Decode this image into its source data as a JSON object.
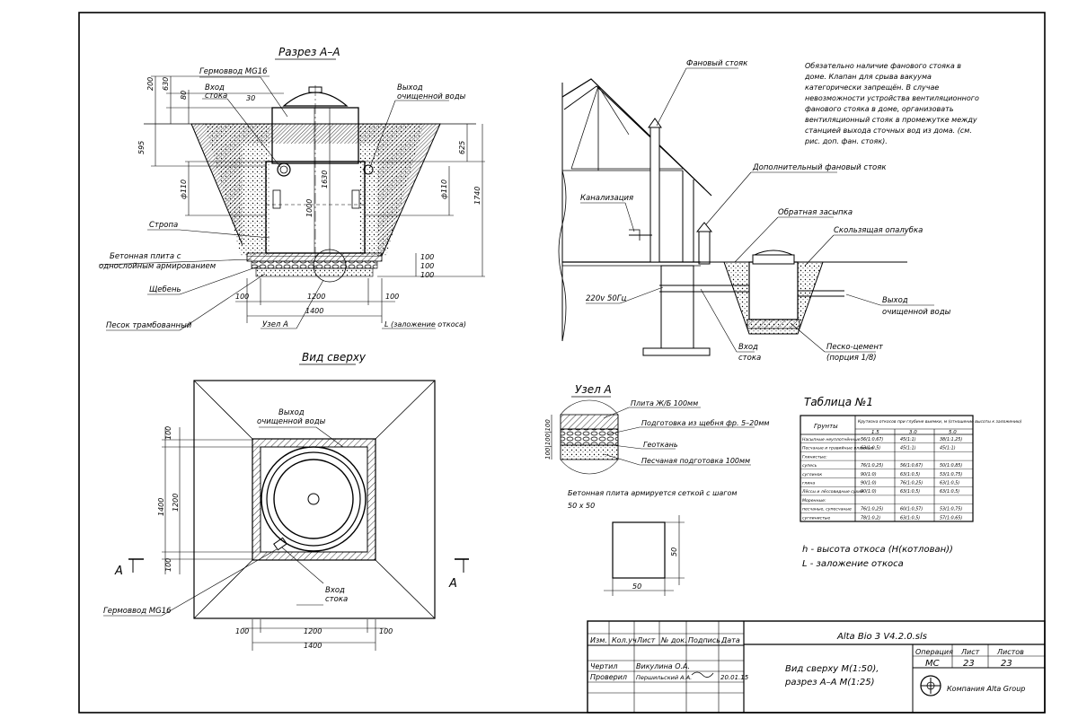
{
  "titles": {
    "section_aa": "Разрез А–А",
    "top_view": "Вид сверху",
    "node_a": "Узел А",
    "table_title": "Таблица №1"
  },
  "section_labels": {
    "germovvod": "Гермоввод MG16",
    "vhod1": "Вход",
    "vhod2": "стока",
    "vyhod1": "Выход",
    "vyhod2": "очищенной воды",
    "stropa": "Стропа",
    "plita1": "Бетонная плита с",
    "plita2": "однослойным армированием",
    "scheben": "Щебень",
    "pesok": "Песок трамбованный",
    "uzel": "Узел А",
    "l_label": "L (заложение откоса)",
    "d110a": "ф110",
    "d110b": "ф110"
  },
  "section_dims": {
    "d200": "200",
    "d630": "630",
    "d80": "80",
    "d30": "30",
    "d595": "595",
    "d1630": "1630",
    "d1000": "1000",
    "d625": "625",
    "d1740": "1740",
    "d100a": "100",
    "d100b": "100",
    "d100c": "100",
    "w100a": "100",
    "w1200": "1200",
    "w100b": "100",
    "w1400": "1400"
  },
  "top_view": {
    "vyhod1": "Выход",
    "vyhod2": "очищенной воды",
    "vhod1": "Вход",
    "vhod2": "стока",
    "germovvod": "Гермоввод MG16",
    "a_left": "A",
    "a_right": "A",
    "d100t": "100",
    "d1200v": "1200",
    "d1400v": "1400",
    "d100bt": "100",
    "d100l": "100",
    "d1200h": "1200",
    "d100r": "100",
    "d1400h": "1400"
  },
  "house": {
    "fanovy": "Фановый стояк",
    "note": [
      "Обязательно наличие фанового стояка в",
      "доме. Клапан для срыва вакуума",
      "категорически запрещён. В случае",
      "невозможности устройства вентиляционного",
      "фанового стояка в доме, организовать",
      "вентиляционный стояк в промежутке между",
      "станцией выхода сточных вод из дома. (см.",
      "рис. доп. фан. стояк)."
    ],
    "dop_fanovy": "Дополнительный фановый стояк",
    "kanalizaciya": "Канализация",
    "obratnaya": "Обратная засыпка",
    "opalubka": "Скользящая опалубка",
    "power": "220v 50Гц",
    "vyhod1": "Выход",
    "vyhod2": "очищенной воды",
    "vhod1": "Вход",
    "vhod2": "стока",
    "pesko1": "Песко-цемент",
    "pesko2": "(порция 1/8)"
  },
  "node": {
    "l1": "Плита Ж/Б 100мм",
    "l2": "Подготовка из щебня фр. 5–20мм",
    "l3": "Геоткань",
    "l4": "Песчаная подготовка 100мм",
    "dims": "100|100|100",
    "mesh_note1": "Бетонная плита армируется сеткой с шагом",
    "mesh_note2": "50 x 50",
    "d50h": "50",
    "d50v": "50"
  },
  "table": {
    "header_col": "Грунты",
    "header_span": "Крутизна откосов при глубине выемки, м (отношение высоты к заложению)",
    "sub": [
      "1.5",
      "3.0",
      "5.0"
    ],
    "rows": [
      {
        "name": "Насыпные неуплотнённые",
        "v": [
          "56(1:0,67)",
          "45(1:1)",
          "38(1:1,25)"
        ]
      },
      {
        "name": "Песчаные и гравийные влажные",
        "v": [
          "63(1:0,5)",
          "45(1:1)",
          "45(1:1)"
        ]
      },
      {
        "name": "Глинистые:",
        "v": [
          "",
          "",
          ""
        ]
      },
      {
        "name": "супесь",
        "v": [
          "76(1:0,25)",
          "56(1:0,67)",
          "50(1:0,85)"
        ]
      },
      {
        "name": "суглинок",
        "v": [
          "90(1:0)",
          "63(1:0,5)",
          "53(1:0,75)"
        ]
      },
      {
        "name": "глина",
        "v": [
          "90(1:0)",
          "76(1:0,25)",
          "63(1:0,5)"
        ]
      },
      {
        "name": "Лёссы и лёссовидные сухие",
        "v": [
          "90(1:0)",
          "63(1:0,5)",
          "63(1:0,5)"
        ]
      },
      {
        "name": "Моренные:",
        "v": [
          "",
          "",
          ""
        ]
      },
      {
        "name": "песчаные, супесчаные",
        "v": [
          "76(1:0,25)",
          "60(1:0,57)",
          "53(1:0,75)"
        ]
      },
      {
        "name": "суглинистые",
        "v": [
          "78(1:0,2)",
          "63(1:0,5)",
          "57(1:0,65)"
        ]
      }
    ],
    "legend_h": "h - высота откоса (Н(котлован))",
    "legend_l": "L - заложение откоса"
  },
  "stamp": {
    "title": "Alta Bio 3 V4.2.0.sls",
    "h_izm": "Изм.",
    "h_kol": "Кол.уч",
    "h_list": "Лист",
    "h_ndok": "№ док.",
    "h_podp": "Подпись",
    "h_data": "Дата",
    "r1_role": "Чертил",
    "r1_name": "Викулина О.А.",
    "r2_role": "Проверил",
    "r2_name": "Першильский А.А.",
    "r2_date": "20.01.15",
    "desc1": "Вид сверху М(1:50),",
    "desc2": "разрез А–А М(1:25)",
    "h_oper": "Операция",
    "h_sheet": "Лист",
    "h_sheets": "Листов",
    "oper": "МС",
    "sheet": "23",
    "sheets": "23",
    "company": "Компания Alta Group"
  }
}
